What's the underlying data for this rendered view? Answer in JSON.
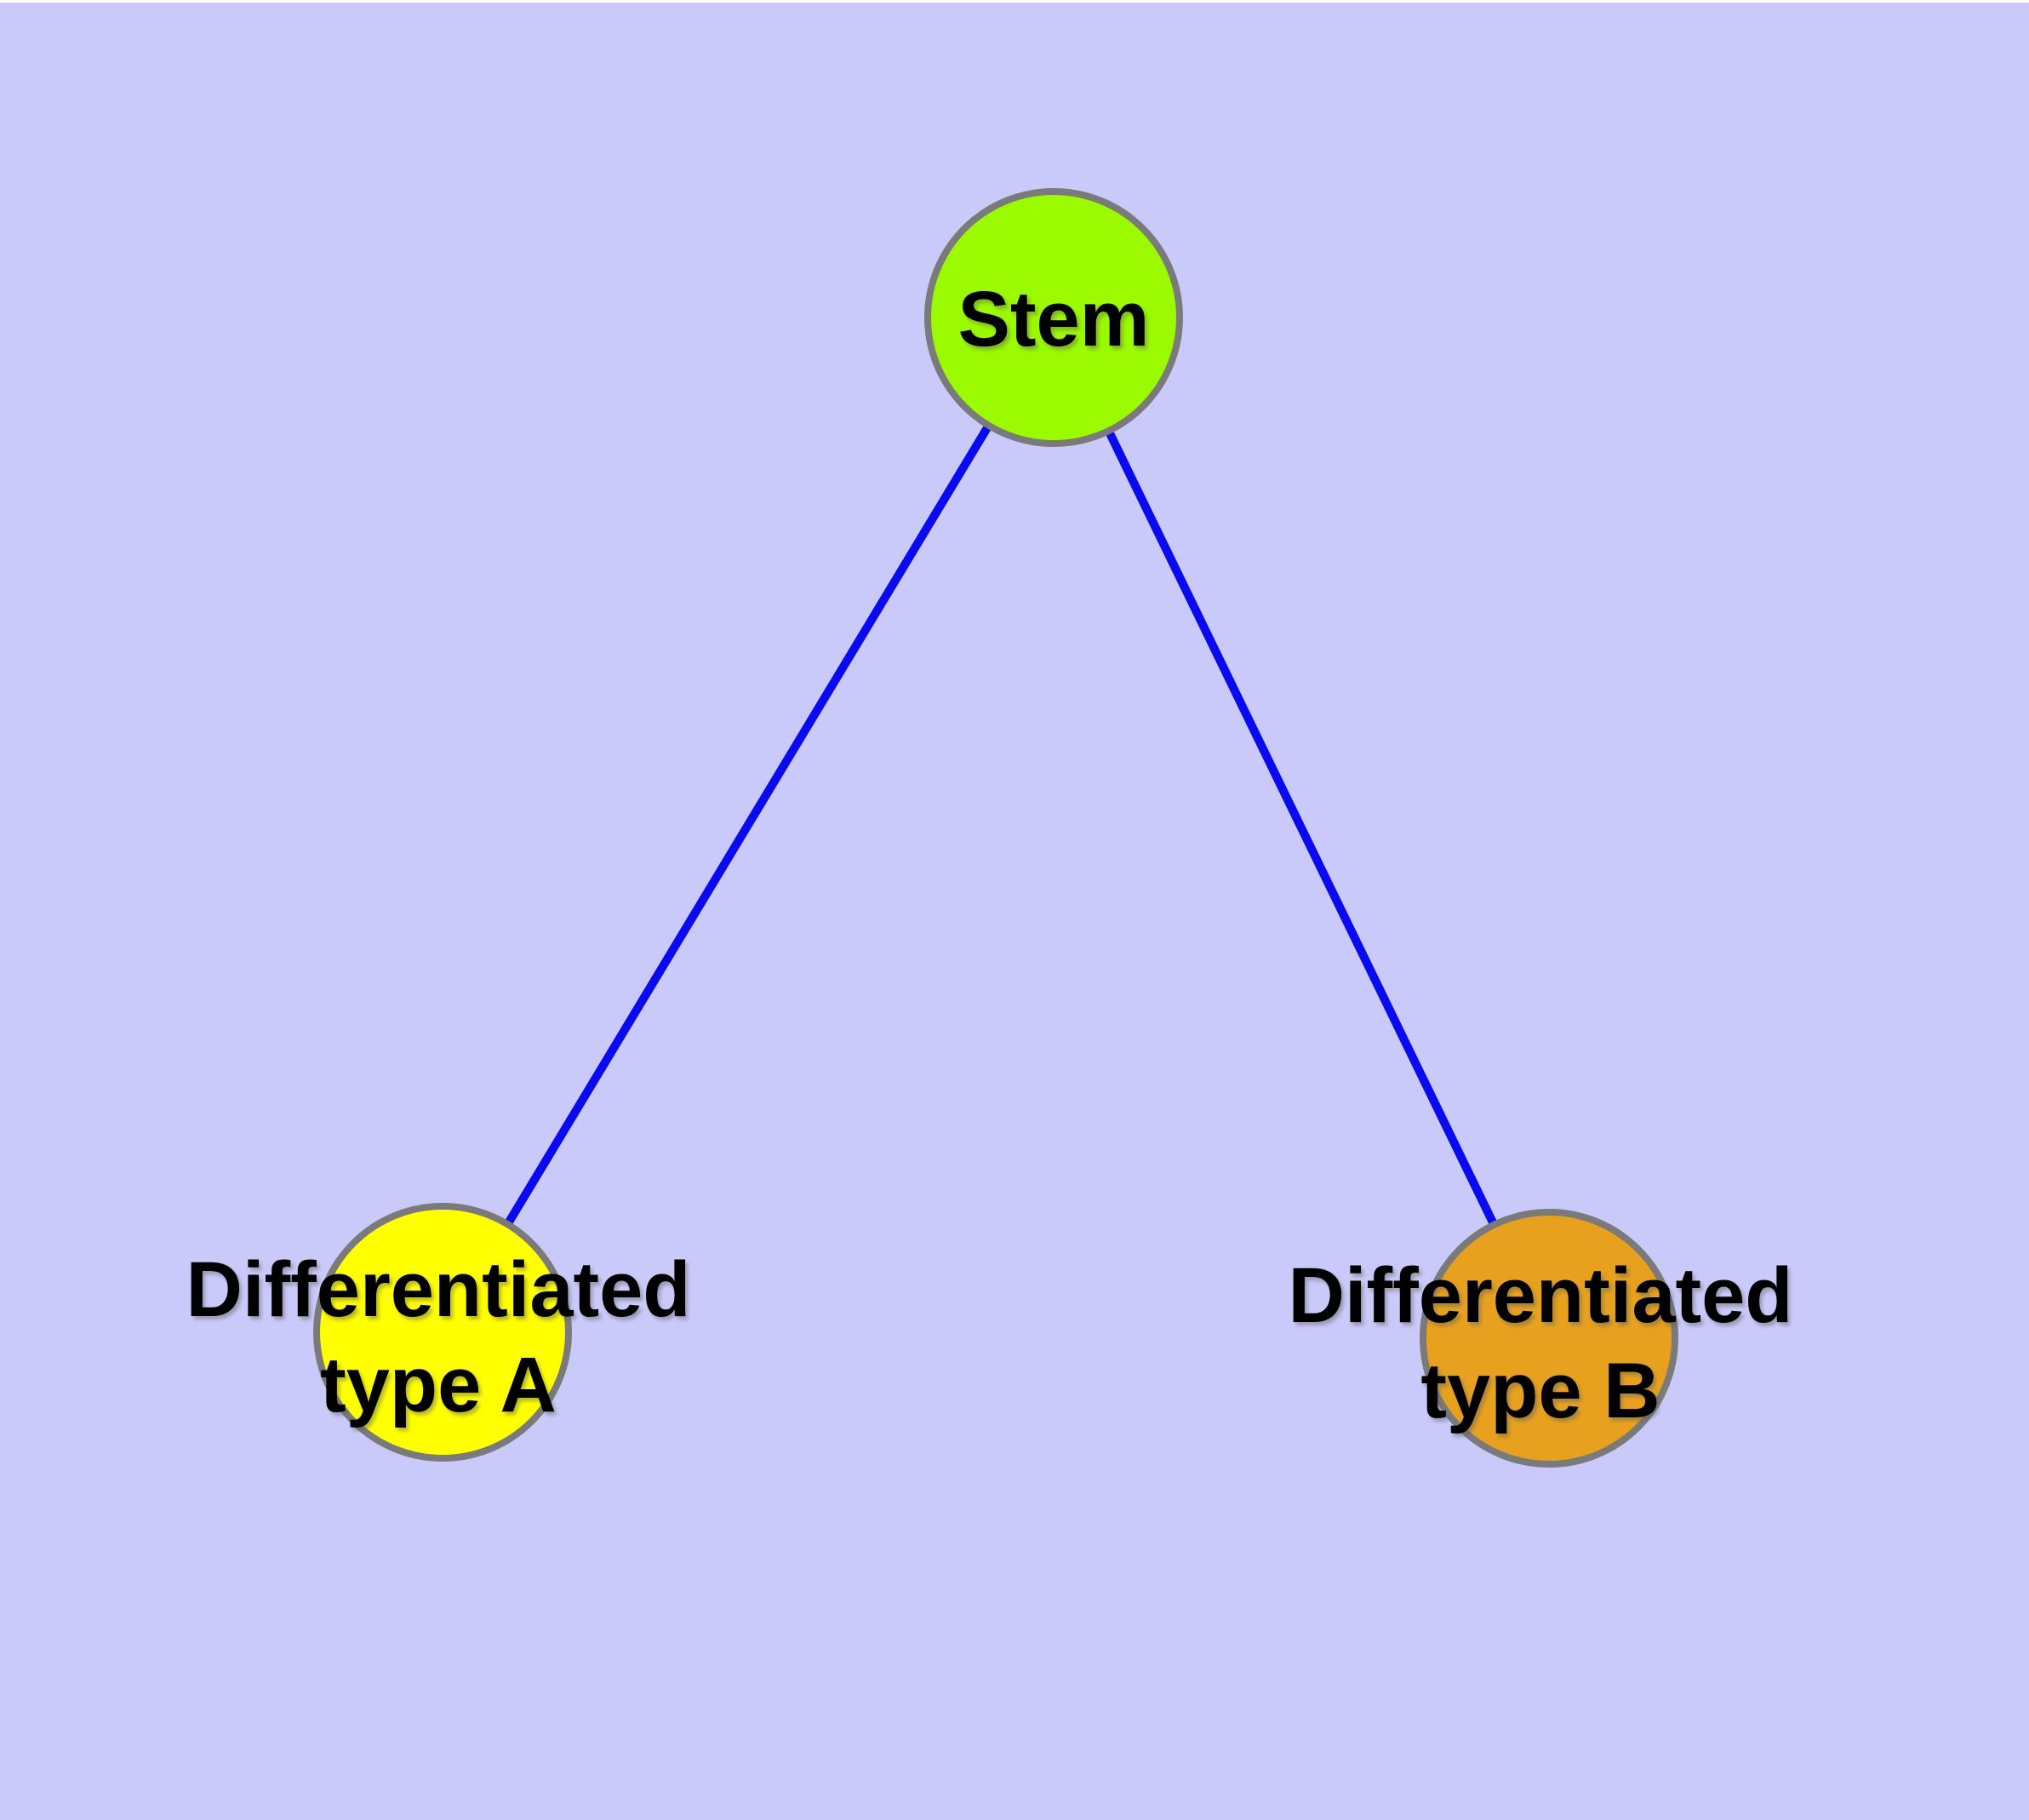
{
  "background_color": "#CACAFA",
  "margin_color": "#FFFFFF",
  "text_color": "#000000",
  "graph": {
    "type": "tree-diagram",
    "edge_color": "#0A0AF0",
    "node_border_color": "#7A7A7A",
    "nodes": [
      {
        "id": "stem",
        "label": "Stem",
        "color": "#9BFA00"
      },
      {
        "id": "type-a",
        "label": "Differentiated type A",
        "line1": "Differentiated",
        "line2": "type A",
        "color": "#FFFF00"
      },
      {
        "id": "type-b",
        "label": "Differentiated type B",
        "line1": "Differentiated",
        "line2": "type B",
        "color": "#E7A11E"
      }
    ],
    "edges": [
      {
        "from": "Stem",
        "to": "Differentiated type A"
      },
      {
        "from": "Stem",
        "to": "Differentiated type B"
      }
    ]
  }
}
